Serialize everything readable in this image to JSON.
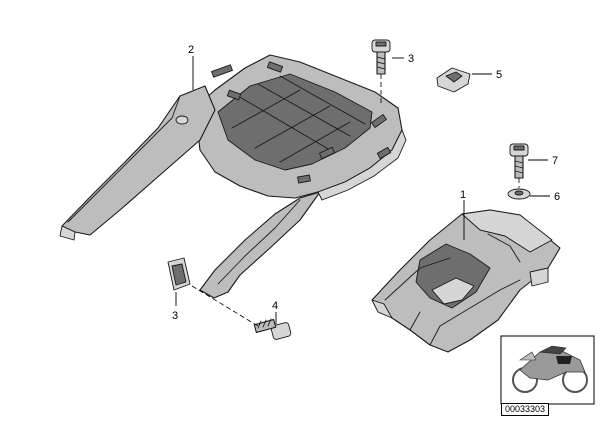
{
  "callouts": {
    "c1": "1",
    "c2": "2",
    "c3a": "3",
    "c3b": "3",
    "c4": "4",
    "c5": "5",
    "c6": "6",
    "c7": "7"
  },
  "reference_code": "00033303",
  "colors": {
    "line": "#1a1a1a",
    "part_fill": "#bdbdbd",
    "background": "#ffffff"
  }
}
